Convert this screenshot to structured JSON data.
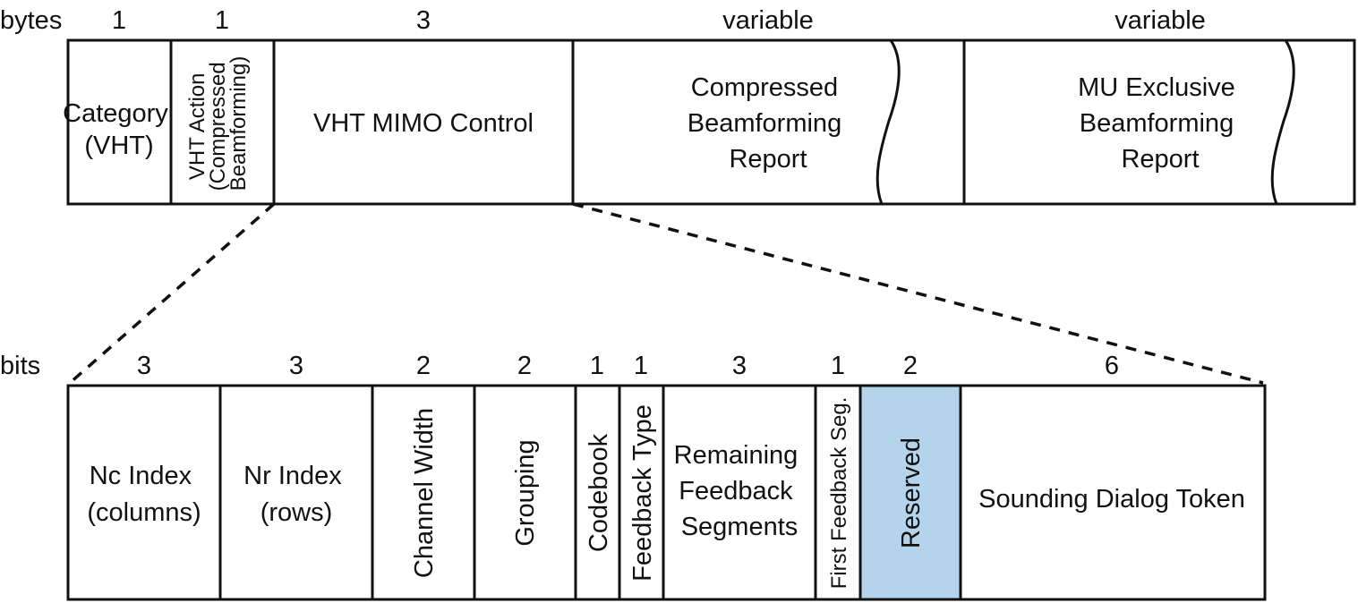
{
  "top": {
    "unit_label": "bytes",
    "fields": [
      {
        "size": "1",
        "lines": [
          "Category",
          "(VHT)"
        ]
      },
      {
        "size": "1",
        "lines": [
          "VHT Action",
          "(Compressed",
          "Beamforming)"
        ]
      },
      {
        "size": "3",
        "lines": [
          "VHT MIMO Control"
        ]
      },
      {
        "size": "variable",
        "lines": [
          "Compressed",
          "Beamforming",
          "Report"
        ]
      },
      {
        "size": "variable",
        "lines": [
          "MU Exclusive",
          "Beamforming",
          "Report"
        ]
      }
    ]
  },
  "bottom": {
    "unit_label": "bits",
    "fields": [
      {
        "size": "3",
        "lines": [
          "Nc Index",
          "(columns)"
        ]
      },
      {
        "size": "3",
        "lines": [
          "Nr Index",
          "(rows)"
        ]
      },
      {
        "size": "2",
        "lines": [
          "Channel Width"
        ]
      },
      {
        "size": "2",
        "lines": [
          "Grouping"
        ]
      },
      {
        "size": "1",
        "lines": [
          "Codebook"
        ]
      },
      {
        "size": "1",
        "lines": [
          "Feedback Type"
        ]
      },
      {
        "size": "3",
        "lines": [
          "Remaining",
          "Feedback",
          "Segments"
        ]
      },
      {
        "size": "1",
        "lines": [
          "First Feedback Seg."
        ]
      },
      {
        "size": "2",
        "lines": [
          "Reserved"
        ]
      },
      {
        "size": "6",
        "lines": [
          "Sounding Dialog Token"
        ]
      }
    ]
  },
  "colors": {
    "reserved_fill": "#b3d4ea",
    "line": "#111111"
  }
}
